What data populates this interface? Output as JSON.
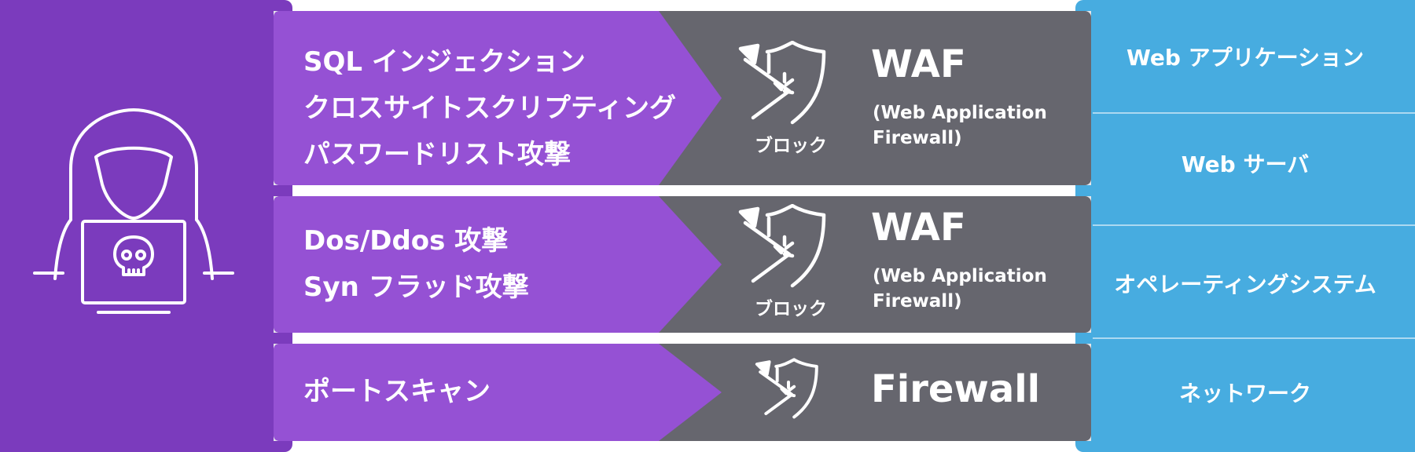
{
  "attacker": {
    "icon": "hooded-hacker-with-skull-laptop-icon"
  },
  "rows": [
    {
      "attacks": [
        "SQL インジェクション",
        "クロスサイトスクリプティング",
        "パスワードリスト攻撃"
      ],
      "block_label": "ブロック",
      "defense_title": "WAF",
      "defense_sub": [
        "(Web Application",
        "Firewall)"
      ]
    },
    {
      "attacks": [
        "Dos/Ddos 攻撃",
        "Syn フラッド攻撃"
      ],
      "block_label": "ブロック",
      "defense_title": "WAF",
      "defense_sub": [
        "(Web Application",
        "Firewall)"
      ]
    },
    {
      "attacks": [
        "ポートスキャン"
      ],
      "block_label": "",
      "defense_title": "Firewall",
      "defense_sub": []
    }
  ],
  "layers": [
    "Web アプリケーション",
    "Web サーバ",
    "オペレーティングシステム",
    "ネットワーク"
  ],
  "colors": {
    "attacker_bg": "#7b3bbd",
    "attack_bg": "#9551d4",
    "defense_bg": "#66666e",
    "layer_bg": "#47ace0",
    "text": "#ffffff"
  }
}
